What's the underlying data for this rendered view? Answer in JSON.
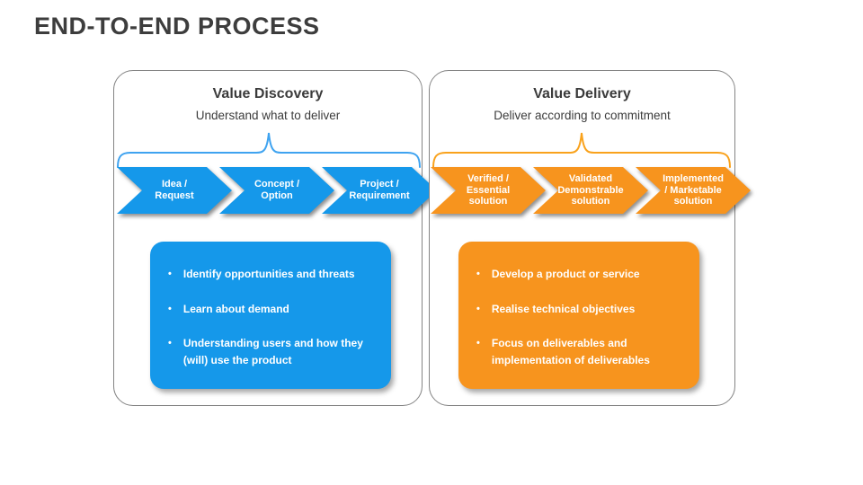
{
  "title": "END-TO-END PROCESS",
  "bullet_char": "•",
  "panels": [
    {
      "heading": "Value Discovery",
      "subheading": "Understand what to deliver",
      "accent": "#1598EA",
      "brace_color": "#3FA3F0",
      "steps": [
        {
          "label": "Idea /\nRequest"
        },
        {
          "label": "Concept /\nOption"
        },
        {
          "label": "Project /\nRequirement"
        }
      ],
      "bullets": [
        "Identify opportunities and threats",
        "Learn about demand",
        "Understanding users and how they (will) use the product"
      ]
    },
    {
      "heading": "Value Delivery",
      "subheading": "Deliver according to commitment",
      "accent": "#F7941E",
      "brace_color": "#F9A21C",
      "steps": [
        {
          "label": "Verified /\nEssential\nsolution"
        },
        {
          "label": "Validated\nDemonstrable\nsolution"
        },
        {
          "label": "Implemented\n/ Marketable\nsolution"
        }
      ],
      "bullets": [
        "Develop a product or service",
        "Realise technical objectives",
        "Focus on deliverables and implementation of deliverables"
      ]
    }
  ]
}
